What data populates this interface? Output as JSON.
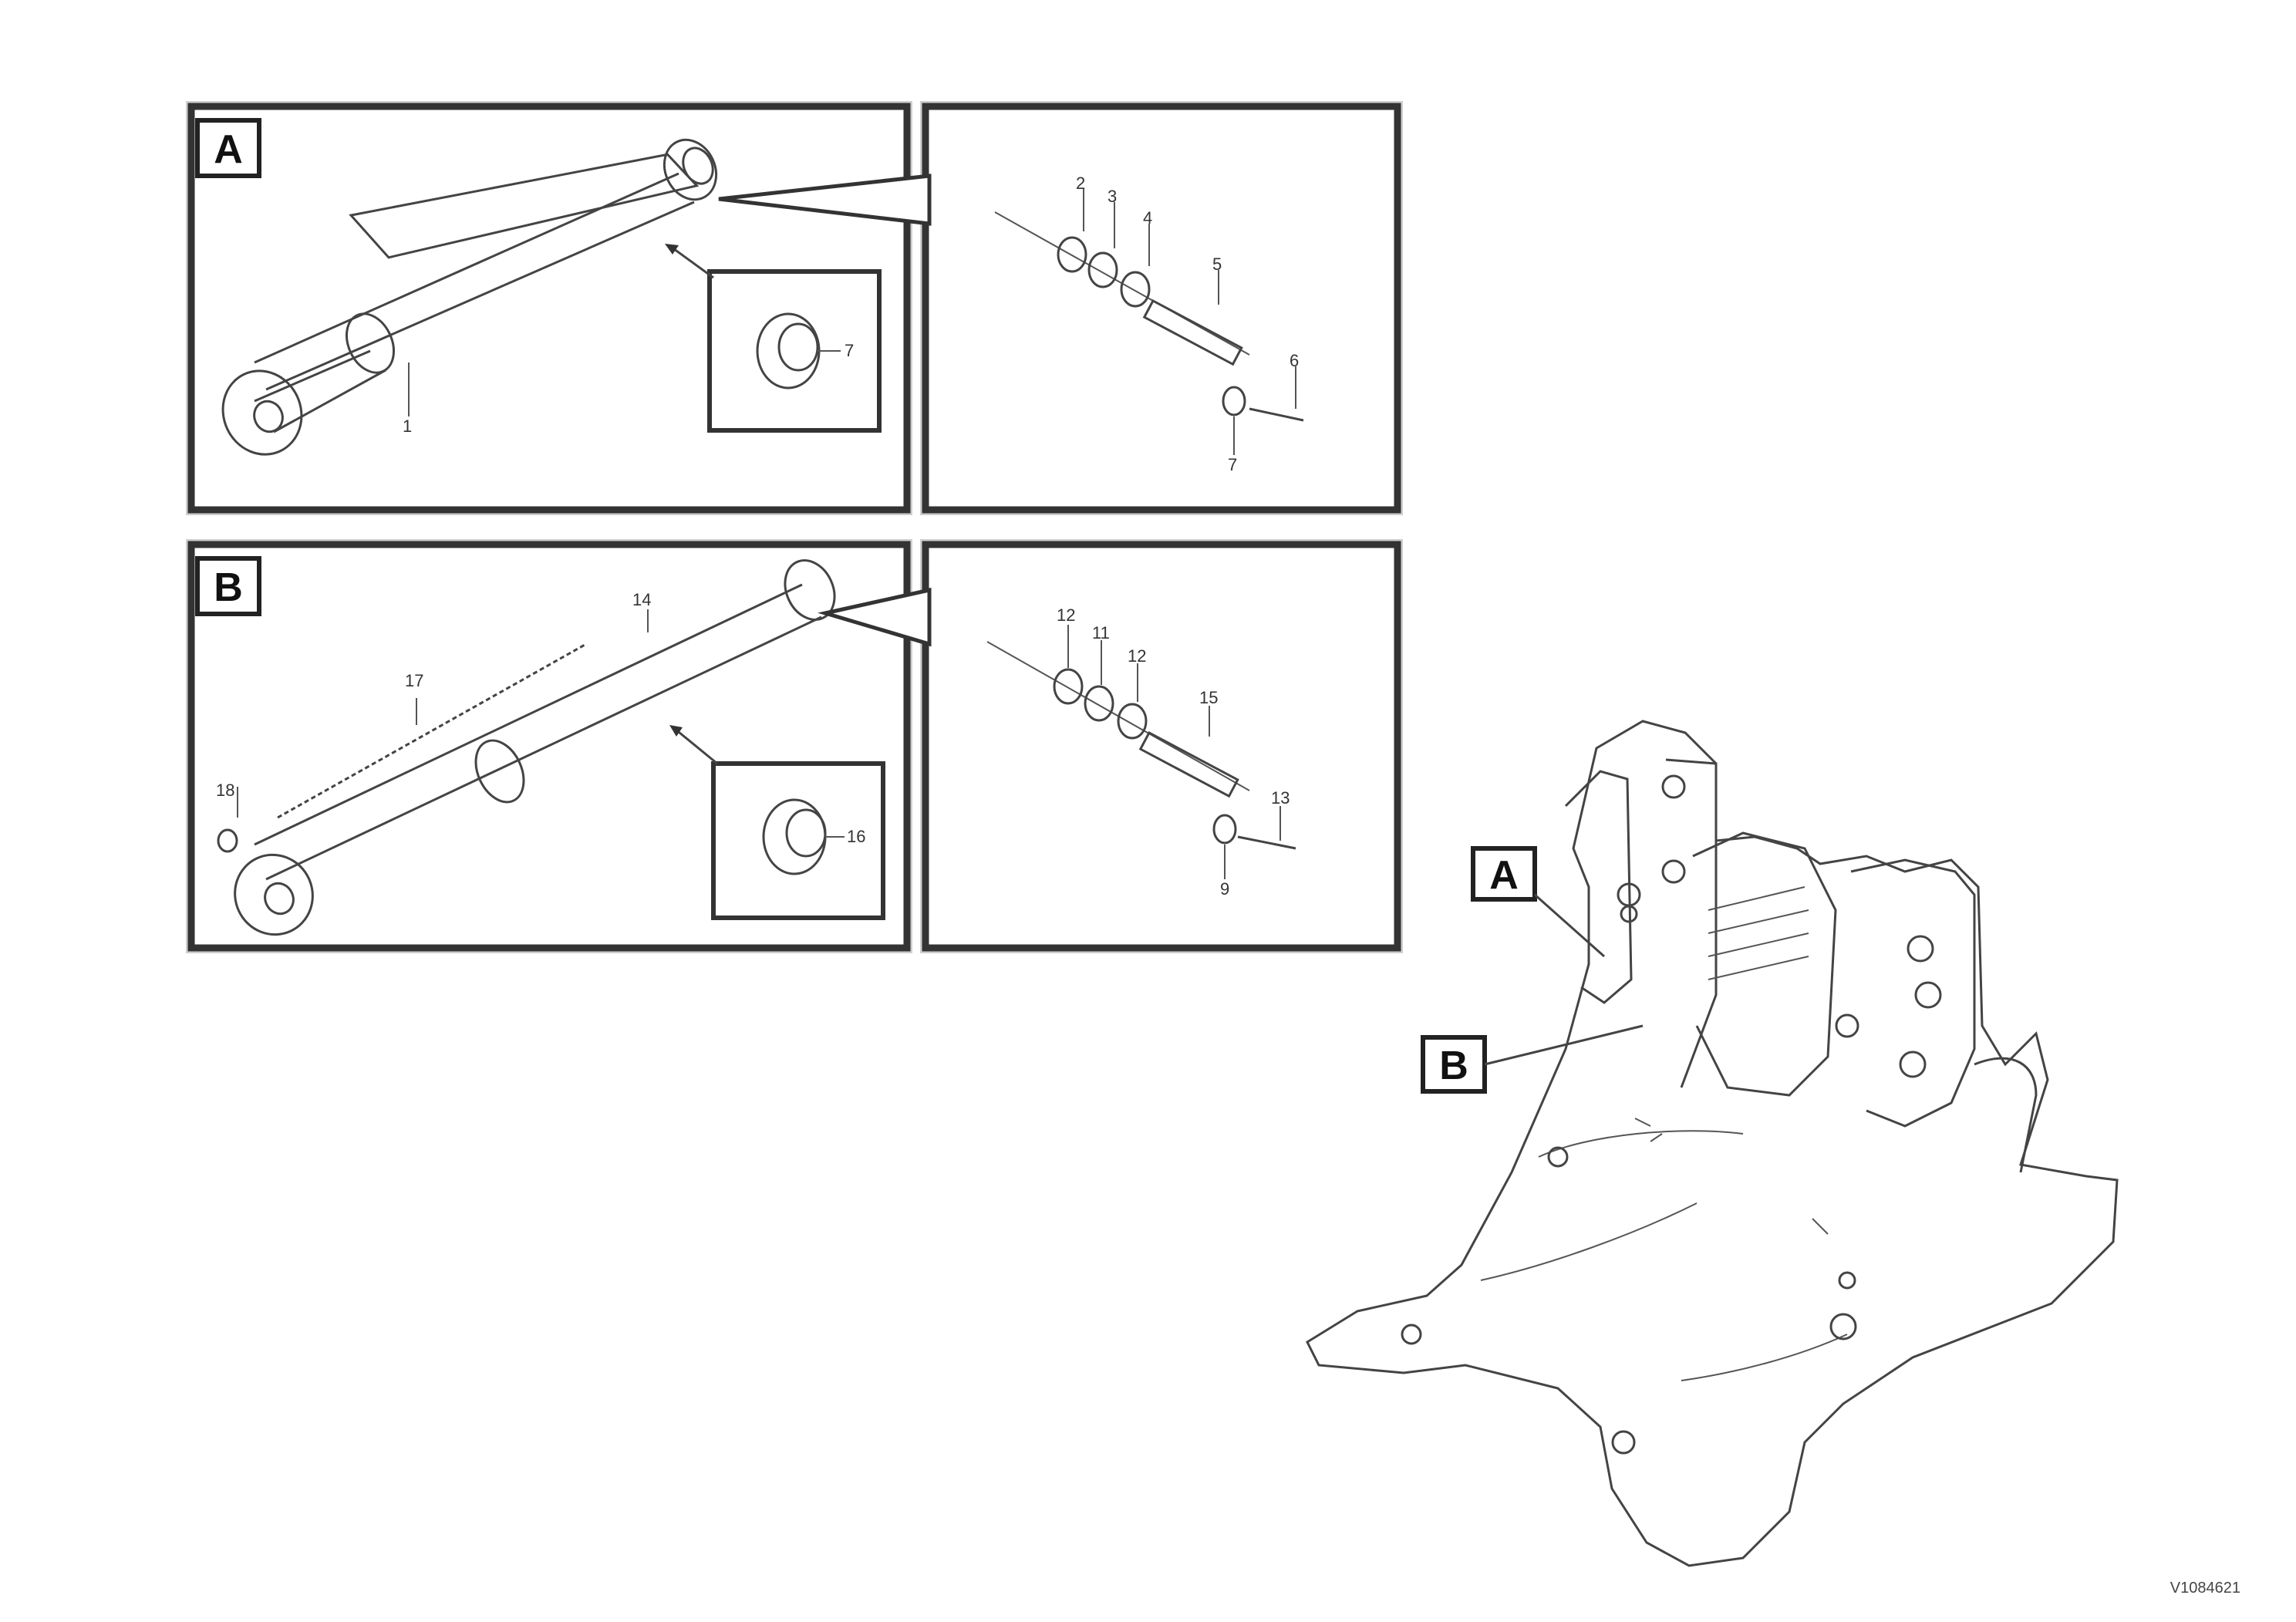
{
  "panels": [
    {
      "id": "A",
      "label": "A"
    },
    {
      "id": "B",
      "label": "B"
    }
  ],
  "machine_callouts": [
    "A",
    "B"
  ],
  "panelA": {
    "left_labels": [
      "1",
      "7"
    ],
    "right_labels": [
      "2",
      "3",
      "4",
      "5",
      "6",
      "7"
    ]
  },
  "panelB": {
    "left_labels": [
      "14",
      "17",
      "18",
      "16"
    ],
    "right_labels": [
      "12",
      "11",
      "12",
      "15",
      "13",
      "9"
    ]
  },
  "footer": {
    "line1": "",
    "line2": "",
    "id": "V1084621"
  }
}
